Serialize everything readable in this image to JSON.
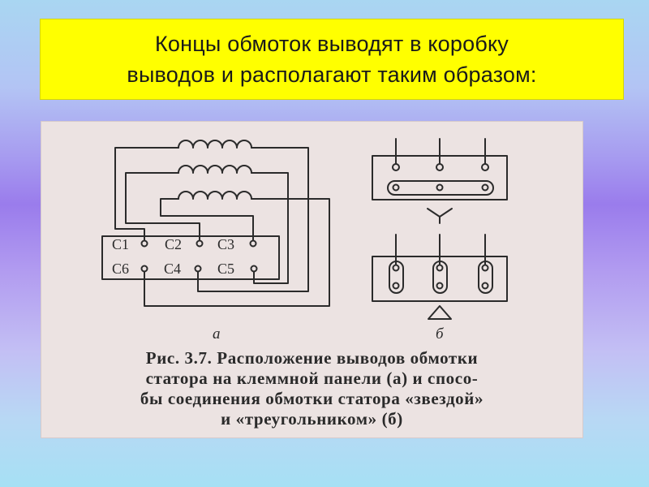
{
  "slide": {
    "title_line1": "Концы обмоток выводят в коробку",
    "title_line2": "выводов и располагают таким образом:"
  },
  "figure": {
    "terminals": {
      "c1": "C1",
      "c2": "C2",
      "c3": "C3",
      "c6": "C6",
      "c4": "C4",
      "c5": "C5"
    },
    "label_a": "а",
    "label_b": "б",
    "caption_line1": "Рис. 3.7. Расположение выводов обмотки",
    "caption_line2": "статора на клеммной панели (а) и спосо-",
    "caption_line3": "бы соединения обмотки статора «звездой»",
    "caption_line4": "и «треугольником» (б)",
    "colors": {
      "ink": "#2b2b2b",
      "paper": "#ece3e2",
      "title_bg": "#ffff00"
    }
  }
}
